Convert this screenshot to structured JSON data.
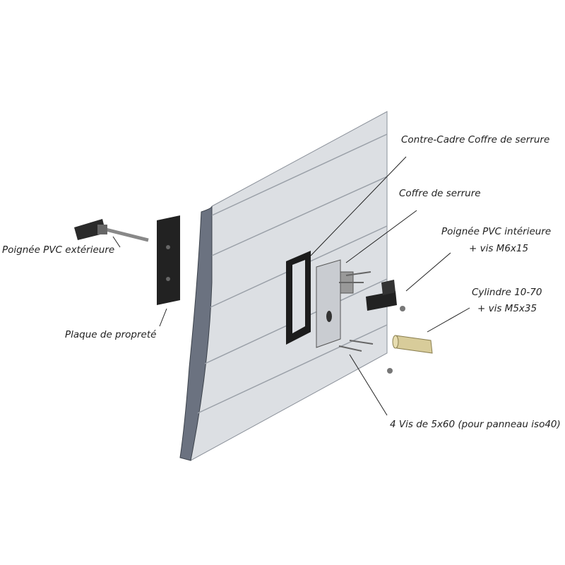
{
  "labels": {
    "contre_cadre": "Contre-Cadre Coffre de serrure",
    "coffre": "Coffre de serrure",
    "poignee_int_1": "Poignée PVC intérieure",
    "poignee_int_2": "+ vis M6x15",
    "cylindre_1": "Cylindre 10-70",
    "cylindre_2": "+ vis M5x35",
    "vis": "4 Vis de 5x60 (pour panneau iso40)",
    "poignee_ext": "Poignée PVC extérieure",
    "plaque": "Plaque de propreté"
  },
  "colors": {
    "panel": "#dcdfe3",
    "groove": "#9aa0a8",
    "edge": "#5d6470",
    "dark": "#222222",
    "brass": "#d8cc9a"
  }
}
